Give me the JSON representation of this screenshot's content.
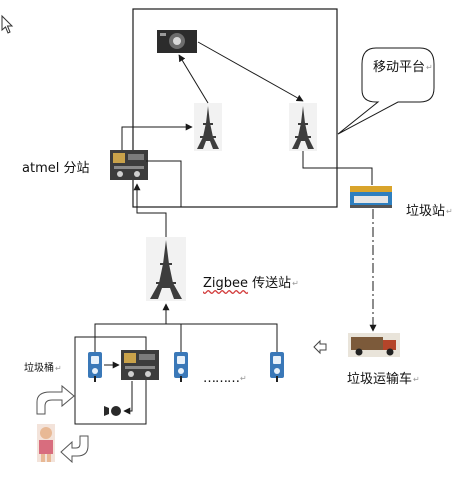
{
  "labels": {
    "mobile_platform": "移动平台",
    "atmel_station": "atmel 分站",
    "garbage_station": "垃圾站",
    "zigbee_word": "Zigbee",
    "zigbee_suffix": " 传送站",
    "garbage_truck": "垃圾运输车",
    "garbage_bin": "垃圾桶",
    "ellipsis": "………"
  },
  "marks": {
    "paragraph": "↵",
    "open_arrow": "⇦"
  },
  "icons": [
    "cursor-arrow-icon",
    "camera-icon",
    "eiffel-tower-icon",
    "circuit-board-icon",
    "garbage-station-photo",
    "garbage-truck-photo",
    "sensor-node-icon",
    "speaker-icon",
    "child-photo",
    "curved-arrow-icon"
  ],
  "colors": {
    "line": "#1a1a1a",
    "tower": "#3d3d3d",
    "sensor_blue": "#3a78b8",
    "truck_red": "#b5452a",
    "station_blue": "#2e7fbf",
    "station_yellow": "#d9a42b"
  }
}
